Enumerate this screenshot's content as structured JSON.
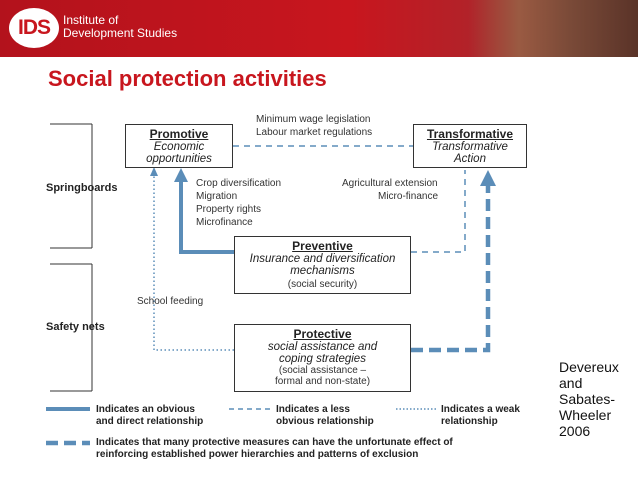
{
  "header": {
    "logo_mark": "IDS",
    "logo_line1": "Institute of",
    "logo_line2": "Development Studies"
  },
  "title": "Social protection activities",
  "side_labels": {
    "springboards": "Springboards",
    "safety_nets": "Safety nets"
  },
  "boxes": {
    "promotive": {
      "heading": "Promotive",
      "line1": "Economic",
      "line2": "opportunities"
    },
    "transformative": {
      "heading": "Transformative",
      "line1": "Transformative",
      "line2": "Action"
    },
    "preventive": {
      "heading": "Preventive",
      "line1": "Insurance and diversification",
      "line2": "mechanisms",
      "note": "(social security)"
    },
    "protective": {
      "heading": "Protective",
      "line1": "social assistance and",
      "line2": "coping strategies",
      "note1": "(social assistance –",
      "note2": "formal and non-state)"
    }
  },
  "edge_labels": {
    "top1": "Minimum wage legislation",
    "top2": "Labour market regulations",
    "left": [
      "Crop diversification",
      "Migration",
      "Property rights",
      "Microfinance"
    ],
    "right1": "Agricultural extension",
    "right2": "Micro-finance",
    "school": "School feeding"
  },
  "legend": {
    "solid1": "Indicates an obvious",
    "solid2": "and direct relationship",
    "dashed1": "Indicates a less",
    "dashed2": "obvious relationship",
    "dotted1": "Indicates a weak",
    "dotted2": "relationship",
    "thick1": "Indicates that many protective measures can have the unfortunate effect of",
    "thick2": "reinforcing established power hierarchies and patterns of exclusion"
  },
  "citation": [
    "Devereux",
    "and",
    "Sabates-",
    "Wheeler",
    "2006"
  ],
  "colors": {
    "accent": "#c8161e",
    "line": "#5b8db8"
  }
}
